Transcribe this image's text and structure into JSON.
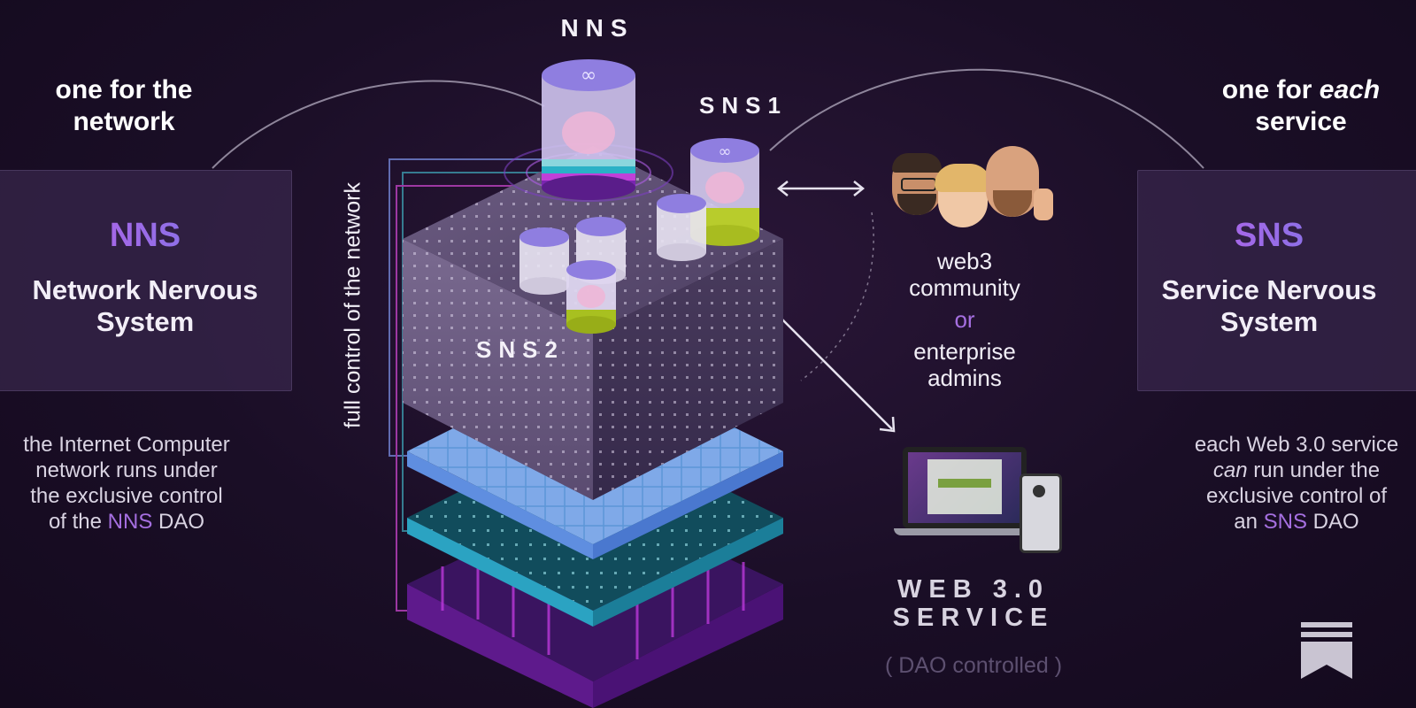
{
  "left": {
    "heading_line1": "one for the",
    "heading_line2": "network",
    "acronym": "NNS",
    "title_line1": "Network Nervous",
    "title_line2": "System",
    "desc_line1": "the Internet Computer",
    "desc_line2": "network runs under",
    "desc_line3": "the exclusive control",
    "desc_line4_pre": "of the ",
    "desc_line4_highlight": "NNS",
    "desc_line4_post": " DAO"
  },
  "right": {
    "heading_line1_pre": "one for ",
    "heading_line1_em": "each",
    "heading_line2": "service",
    "acronym": "SNS",
    "title_line1": "Service Nervous",
    "title_line2": "System",
    "desc_line1": "each Web 3.0 service",
    "desc_line2_em": "can",
    "desc_line2_post": " run under the",
    "desc_line3": "exclusive control of",
    "desc_line4_pre": "an ",
    "desc_line4_highlight": "SNS",
    "desc_line4_post": " DAO"
  },
  "center": {
    "nns_label": "NNS",
    "sns1_label": "SNS1",
    "sns2_label": "SNS2",
    "vertical_label": "full control of the network"
  },
  "community": {
    "line1": "web3",
    "line2": "community",
    "or": "or",
    "line3": "enterprise",
    "line4": "admins"
  },
  "service": {
    "line1": "WEB 3.0",
    "line2": "SERVICE",
    "note": "( DAO controlled )"
  },
  "colors": {
    "accent_purple": "#a56fe0",
    "gradient_start": "#c45ce6",
    "gradient_end": "#6f7be8",
    "card_bg": "#37264b",
    "background": "#1a0e26"
  }
}
